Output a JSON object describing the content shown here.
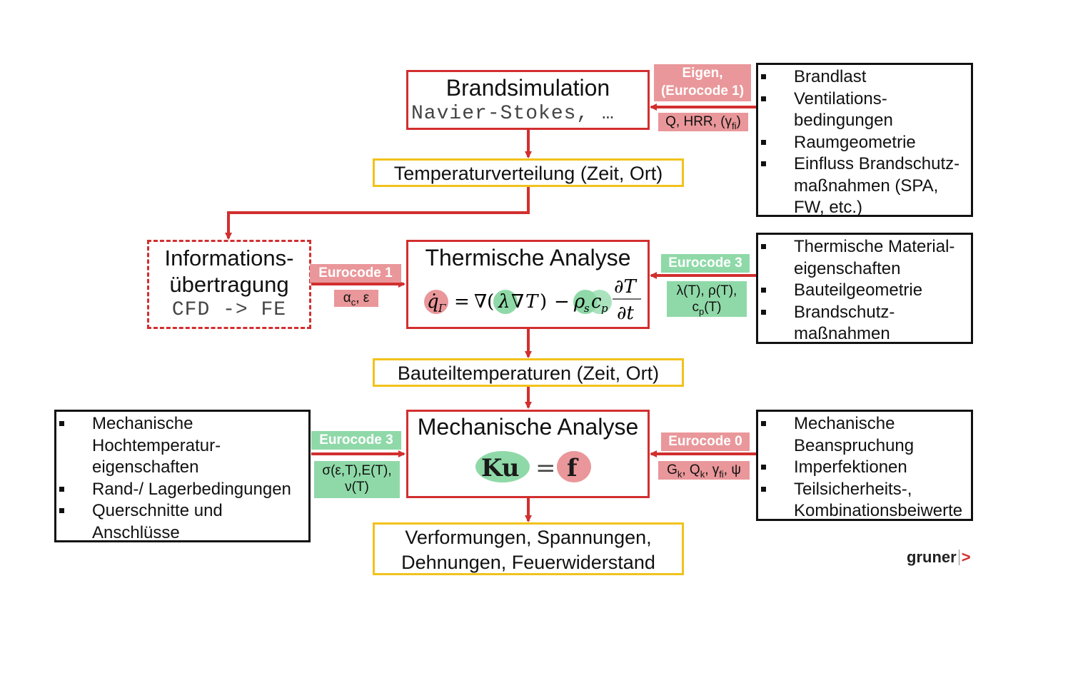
{
  "brandsim": {
    "title": "Brandsimulation",
    "subtitle": "Navier-Stokes, …"
  },
  "eigen_tag": {
    "line1": "Eigen,",
    "line2": "(Eurocode 1)"
  },
  "brandsim_params": {
    "main": "Q, HRR, (γ",
    "sub": "fi",
    "end": ")"
  },
  "fire_inputs": {
    "items": [
      {
        "text": "Brandlast",
        "bullet": true
      },
      {
        "text": "Ventilations-",
        "bullet": true
      },
      {
        "text": "bedingungen",
        "bullet": false
      },
      {
        "text": "Raumgeometrie",
        "bullet": true
      },
      {
        "text": "Einfluss Brandschutz-",
        "bullet": true
      },
      {
        "text": "maßnahmen (SPA,",
        "bullet": false
      },
      {
        "text": "FW, etc.)",
        "bullet": false
      }
    ]
  },
  "temp_dist": {
    "label": "Temperaturverteilung (Zeit, Ort)"
  },
  "info": {
    "line1": "Informations-",
    "line2": "übertragung",
    "code": "CFD -> FE"
  },
  "ec1_tag": {
    "label": "Eurocode 1"
  },
  "info_params": {
    "a": "α",
    "a_sub": "c",
    "rest": ", ε"
  },
  "thermal": {
    "title": "Thermische Analyse"
  },
  "ec3_thermal_tag": {
    "label": "Eurocode 3"
  },
  "thermal_params": {
    "line1": "λ(T), ρ(T),",
    "c": "c",
    "c_sub": "p",
    "c_end": "(T)"
  },
  "thermal_inputs": {
    "items": [
      {
        "text": "Thermische Material-",
        "bullet": true
      },
      {
        "text": "eigenschaften",
        "bullet": false
      },
      {
        "text": "Bauteilgeometrie",
        "bullet": true
      },
      {
        "text": "Brandschutz-",
        "bullet": true
      },
      {
        "text": "maßnahmen",
        "bullet": false
      }
    ]
  },
  "component_temp": {
    "label": "Bauteiltemperaturen (Zeit, Ort)"
  },
  "mech_inputs_left": {
    "items": [
      {
        "text": "Mechanische",
        "bullet": true
      },
      {
        "text": "Hochtemperatur-",
        "bullet": false
      },
      {
        "text": "eigenschaften",
        "bullet": false
      },
      {
        "text": "Rand-/ Lagerbedingungen",
        "bullet": true
      },
      {
        "text": "Querschnitte und",
        "bullet": true
      },
      {
        "text": "Anschlüsse",
        "bullet": false
      }
    ]
  },
  "ec3_mech_tag": {
    "label": "Eurocode 3"
  },
  "mech_left_params": {
    "line1": "σ(ε,T),E(T),",
    "line2": "ν(T)"
  },
  "mechanical": {
    "title": "Mechanische Analyse",
    "eq_k": "Ku",
    "eq_eq": "=",
    "eq_f": "f"
  },
  "ec0_tag": {
    "label": "Eurocode 0"
  },
  "mech_right_params": {
    "g": "G",
    "g_sub": "k",
    "q": ", Q",
    "q_sub": "k",
    "gam": ", γ",
    "gam_sub": "fi",
    "psi": ", ψ"
  },
  "mech_inputs_right": {
    "items": [
      {
        "text": "Mechanische",
        "bullet": true
      },
      {
        "text": "Beanspruchung",
        "bullet": false
      },
      {
        "text": "Imperfektionen",
        "bullet": true
      },
      {
        "text": "Teilsicherheits-,",
        "bullet": true
      },
      {
        "text": "Kombinationsbeiwerte",
        "bullet": false
      }
    ]
  },
  "results": {
    "line1": "Verformungen, Spannungen,",
    "line2": "Dehnungen, Feuerwiderstand"
  },
  "logo": {
    "text": "gruner",
    "mark": ">"
  },
  "colors": {
    "red": "#d22f2f",
    "yellow": "#f2c21b",
    "pink": "#e9979a",
    "green": "#8fd9a8",
    "black": "#111111"
  }
}
